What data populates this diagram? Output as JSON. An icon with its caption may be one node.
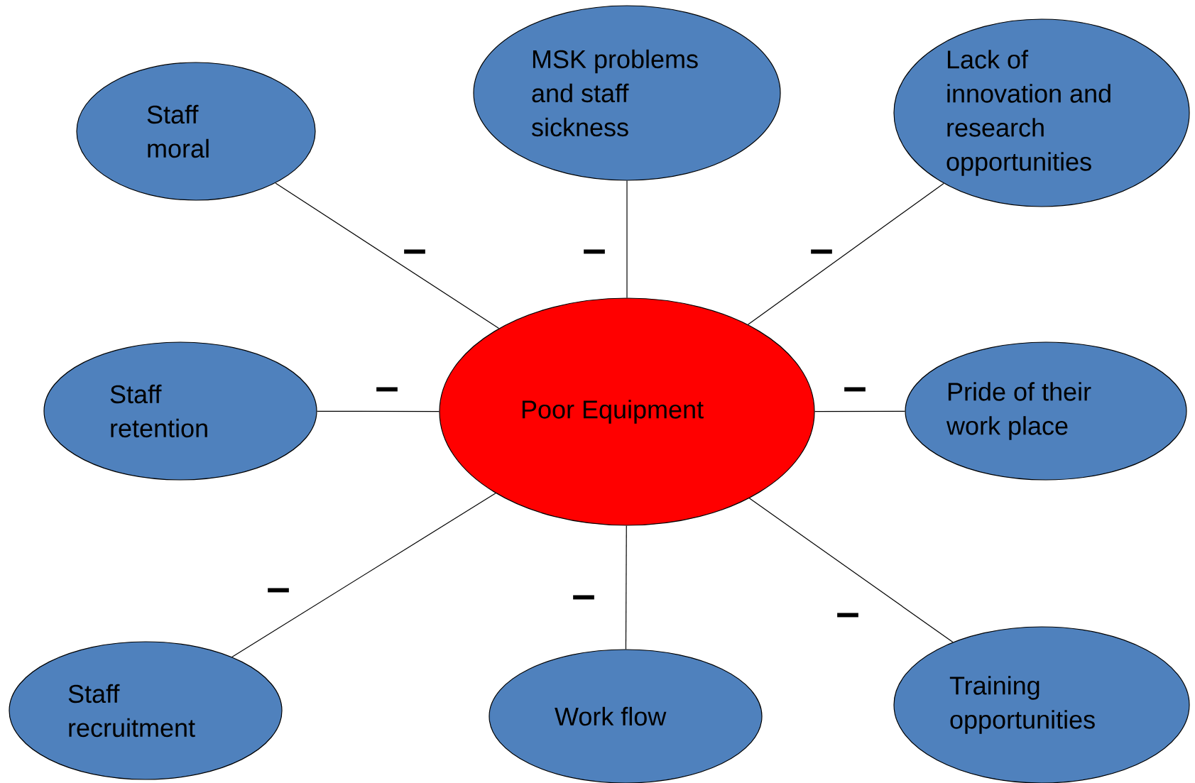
{
  "diagram": {
    "nodes": [
      {
        "text": [
          "Staff moral"
        ]
      },
      {
        "text": [
          "MSK problems and staff sickness"
        ]
      },
      {
        "text": [
          "Lack of innovation and research opportunities"
        ]
      },
      {
        "text": [
          "Staff retention"
        ]
      },
      {
        "text": [
          "Poor Equipment"
        ]
      },
      {
        "text": [
          "Pride of their work place"
        ]
      },
      {
        "text": [
          "Staff recruitment"
        ]
      },
      {
        "text": [
          "Work flow"
        ]
      },
      {
        "text": [
          "Training opportunities"
        ]
      }
    ],
    "edges": [
      {
        "from": 4,
        "to": 0,
        "arrow": "none",
        "label": "–"
      },
      {
        "from": 4,
        "to": 1,
        "arrow": "none",
        "label": "–"
      },
      {
        "from": 4,
        "to": 2,
        "arrow": "none",
        "label": "–"
      },
      {
        "from": 4,
        "to": 3,
        "arrow": "none",
        "label": "–"
      },
      {
        "from": 4,
        "to": 5,
        "arrow": "none",
        "label": "–"
      },
      {
        "from": 4,
        "to": 6,
        "arrow": "none",
        "label": "–"
      },
      {
        "from": 4,
        "to": 7,
        "arrow": "none",
        "label": "–"
      },
      {
        "from": 4,
        "to": 8,
        "arrow": "none",
        "label": "–"
      }
    ]
  }
}
